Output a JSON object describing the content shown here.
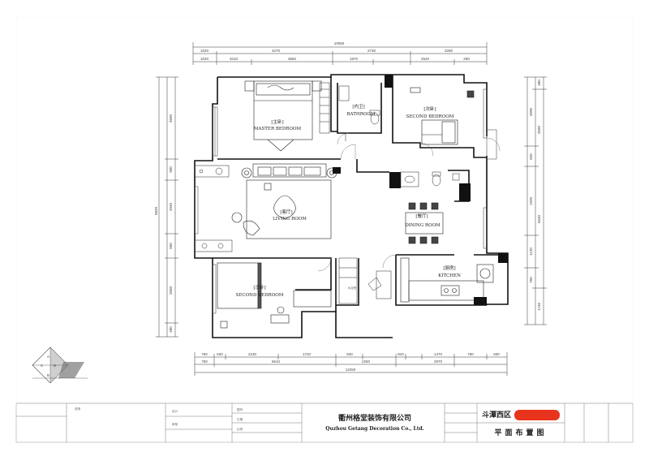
{
  "drawing_title": "平面布置图",
  "project_name": "斗潭西区",
  "company": {
    "name_cn": "衢州格堂装饰有限公司",
    "name_en": "Quzhou Getang Decoration Co., Ltd."
  },
  "rooms": [
    {
      "key": "master",
      "cn": "[主卧]",
      "en": "MASTER BEDROOM"
    },
    {
      "key": "bath",
      "cn": "[内卫]",
      "en": "BATHROOM"
    },
    {
      "key": "second_ne",
      "cn": "[次卧]",
      "en": "SECOND BEDROOM"
    },
    {
      "key": "living",
      "cn": "[客厅]",
      "en": "LIVING ROOM"
    },
    {
      "key": "dining",
      "cn": "[餐厅]",
      "en": "DINING ROOM"
    },
    {
      "key": "kitchen",
      "cn": "[厨房]",
      "en": "KITCHEN"
    },
    {
      "key": "second_sw",
      "cn": "[次卧]",
      "en": "SECOND BEDROOM"
    }
  ],
  "misc_labels": {
    "balcony_note": "水泥房"
  },
  "dims": {
    "top_total": "10060",
    "top_mid": [
      "1020",
      "4270",
      "2730",
      "3280"
    ],
    "top_row": [
      "1020",
      "4010",
      "3660",
      "1870",
      "2520",
      "260"
    ],
    "bottom_row1": [
      "760",
      "630",
      "2230",
      "1720",
      "940",
      "810",
      "1470",
      "760",
      "830"
    ],
    "bottom_row2": [
      "760",
      "6610",
      "2250",
      "2970"
    ],
    "bottom_total": "12250",
    "left_col1": [
      "3690",
      "900",
      "2040",
      "860",
      "2650",
      "480"
    ],
    "left_total": "9820",
    "right_col1": [
      "3090",
      "820",
      "1920",
      "1120",
      "760"
    ],
    "right_col2": [
      "480",
      "3590",
      "5640",
      "1740"
    ]
  },
  "compass": [
    "A",
    "C",
    "D",
    "B"
  ],
  "title_block_notes": [
    "说明",
    "设计",
    "审核",
    "图号",
    "日期",
    "比例"
  ]
}
